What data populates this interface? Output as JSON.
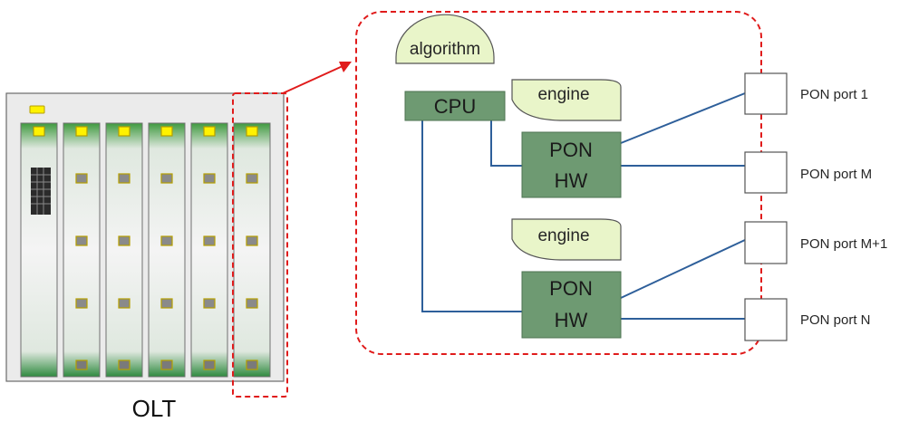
{
  "olt": {
    "label": "OLT",
    "card_count": 6,
    "card_led_rows": 5
  },
  "controller": {
    "algorithm_label": "algorithm",
    "cpu_label": "CPU",
    "engines": [
      {
        "label": "engine"
      },
      {
        "label": "engine"
      }
    ],
    "pon_hw": [
      {
        "line1": "PON",
        "line2": "HW"
      },
      {
        "line1": "PON",
        "line2": "HW"
      }
    ]
  },
  "ports": [
    {
      "label": "PON port 1"
    },
    {
      "label": "PON port M"
    },
    {
      "label": "PON port M+1"
    },
    {
      "label": "PON port N"
    }
  ],
  "colors": {
    "box_fill": "#6e9a72",
    "engine_fill": "#e9f5c9",
    "line": "#2e5f9a",
    "dashed": "#e01b1b",
    "led": "#fff200",
    "chassis": "#ececec"
  }
}
